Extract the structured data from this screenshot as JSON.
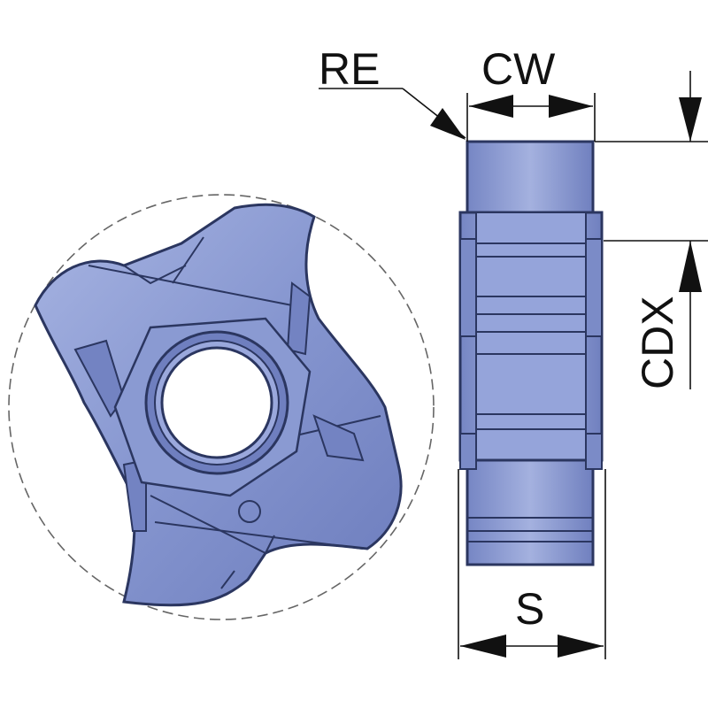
{
  "labels": {
    "re": "RE",
    "cw": "CW",
    "cdx": "CDX",
    "s": "S"
  },
  "colors": {
    "insert_fill": "#8c9dd4",
    "insert_light": "#b4c0e6",
    "insert_dark": "#4f5c92",
    "edge": "#2b3660",
    "bore": "#ffffff",
    "dimension": "#111111",
    "outline_dashed": "#666666"
  },
  "icons": {
    "front_view": "grooving-insert-front-view",
    "side_view": "grooving-insert-side-view"
  }
}
